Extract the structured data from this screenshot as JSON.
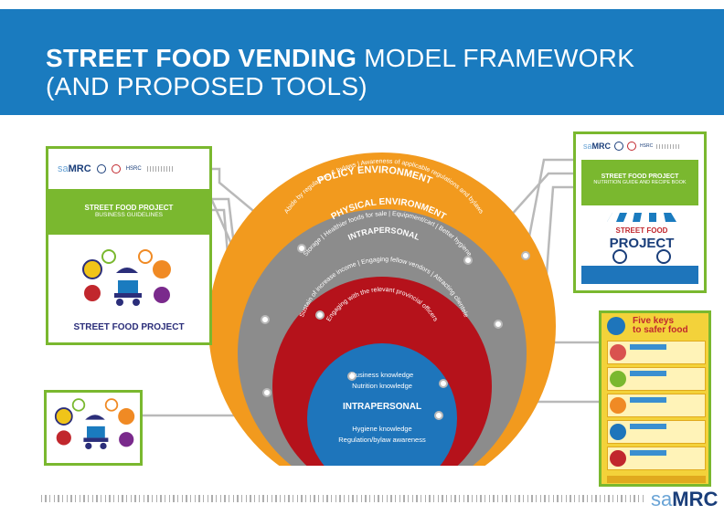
{
  "header": {
    "title_bold": "STREET FOOD VENDING",
    "title_rest": " MODEL FRAMEWORK",
    "title_line2": "(AND PROPOSED TOOLS)"
  },
  "rings": {
    "policy": {
      "title": "POLICY ENVIRONMENT",
      "subtitle": "Abide by regulations & bylaws | Awareness of applicable regulations and bylaws"
    },
    "physical": {
      "title": "PHYSICAL ENVIRONMENT",
      "subtitle": "Storage | Healthier foods for sale | Equipment/cart | Better hygiene"
    },
    "interpersonal": {
      "title": "INTRAPERSONAL",
      "subtitle_a": "Sustain of increase income | Engaging fellow vendors | Attracting clientele",
      "subtitle_b": "Engaging with the relevant provincial officers"
    },
    "core": {
      "line1": "Business knowledge",
      "line2": "Nutrition knowledge",
      "title": "INTRAPERSONAL",
      "line3": "Hygiene knowledge",
      "line4": "Regulation/bylaw awareness"
    }
  },
  "left_card": {
    "logo_sa": "sa",
    "logo_mrc": "MRC",
    "logo_hsrc": "HSRC",
    "band_title": "STREET FOOD PROJECT",
    "band_sub": "BUSINESS GUIDELINES",
    "brand": "STREET FOOD PROJECT"
  },
  "right_card": {
    "logo_sa": "sa",
    "logo_mrc": "MRC",
    "logo_hsrc": "HSRC",
    "band_title": "STREET FOOD PROJECT",
    "band_sub": "NUTRITION GUIDE AND RECIPE BOOK",
    "brand_top": "STREET FOOD",
    "brand_bottom": "PROJECT"
  },
  "poster": {
    "title_line1": "Five keys",
    "title_line2": "to safer food"
  },
  "footer": {
    "sa": "sa",
    "mrc": "MRC"
  },
  "colors": {
    "header_blue": "#1a7bbf",
    "policy_orange": "#f29a1e",
    "physical_grey": "#8c8c8c",
    "interpersonal_red": "#b5121b",
    "core_blue": "#1e75bb",
    "accent_green": "#7ab82f"
  }
}
